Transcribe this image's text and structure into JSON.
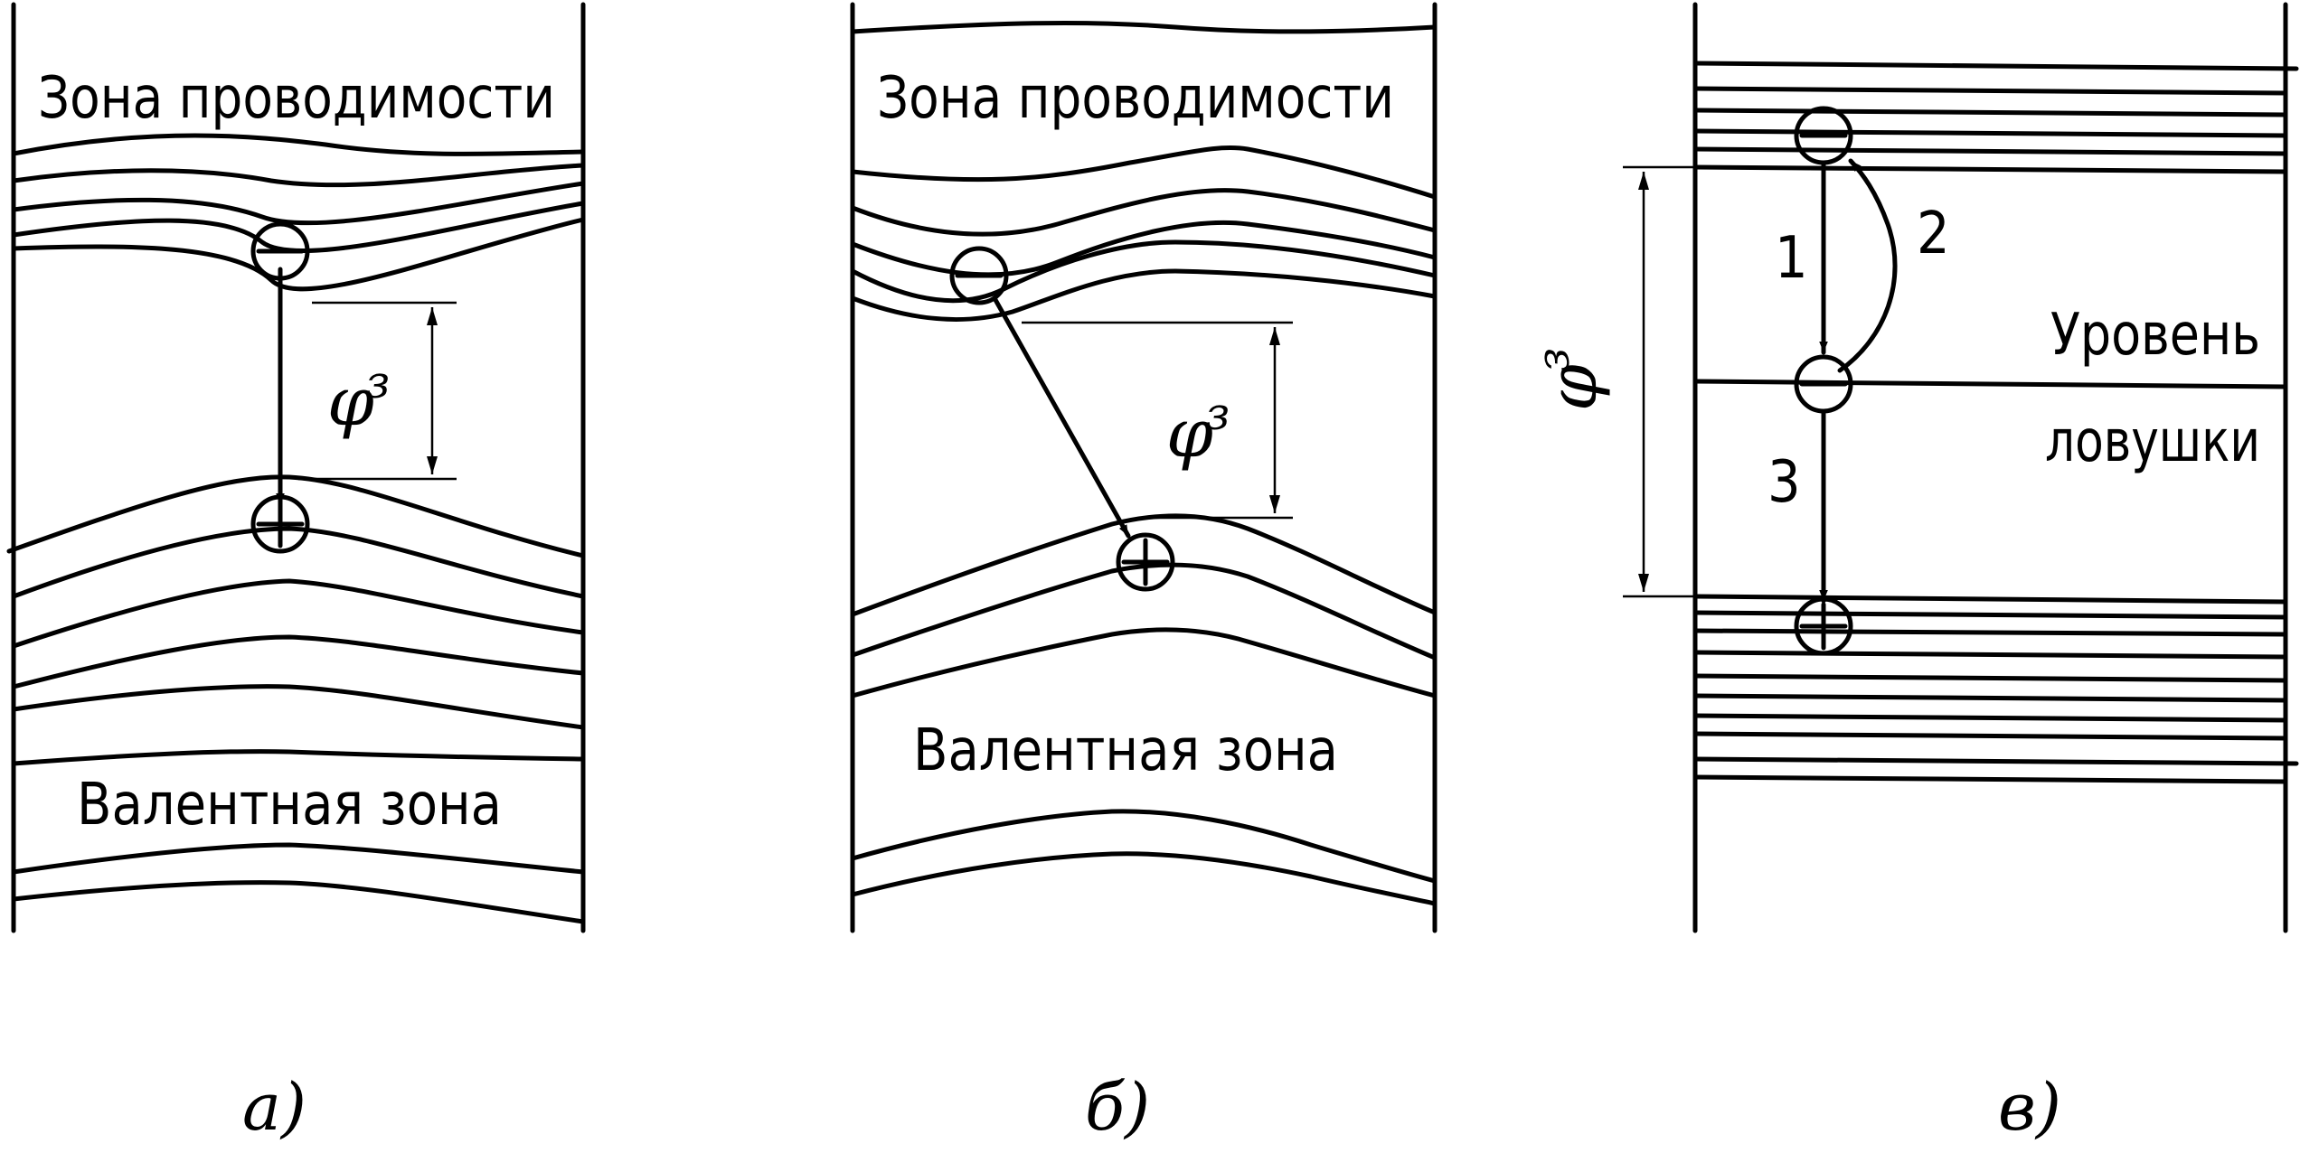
{
  "panel_a": {
    "conduction_label": "Зона проводимости",
    "valence_label": "Валентная зона",
    "gap_symbol": "φ",
    "gap_subscript": "з",
    "caption": "а)"
  },
  "panel_b": {
    "conduction_label": "Зона проводимости",
    "valence_label": "Валентная зона",
    "gap_symbol": "φ",
    "gap_subscript": "з",
    "caption": "б)"
  },
  "panel_c": {
    "trap_label_line1": "Уровень",
    "trap_label_line2": "ловушки",
    "gap_symbol": "φ",
    "gap_subscript": "з",
    "transition_1": "1",
    "transition_2": "2",
    "transition_3": "3",
    "caption": "в)"
  },
  "colors": {
    "ink": "#000000",
    "background": "#ffffff"
  },
  "icons": {
    "electron": "minus-circle-icon",
    "hole": "plus-circle-icon"
  }
}
